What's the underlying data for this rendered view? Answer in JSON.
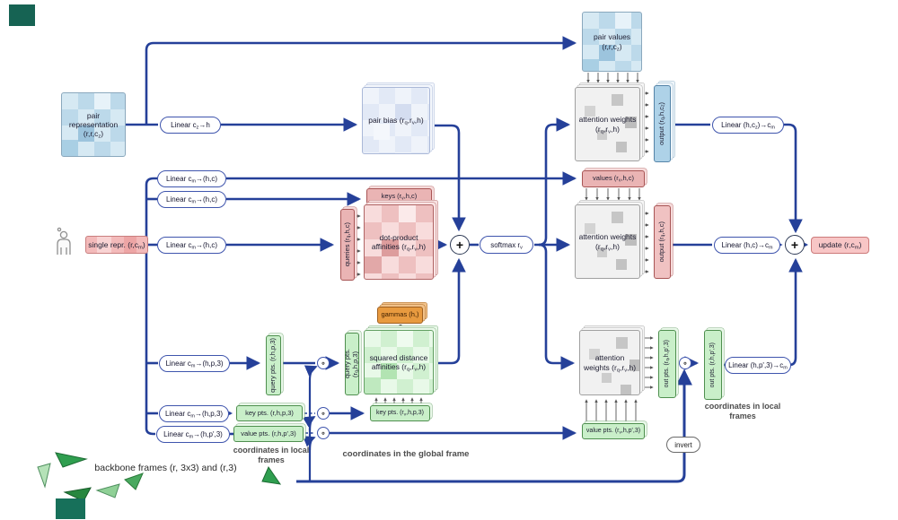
{
  "palette": {
    "line_blue": "#254099",
    "pair_blue": "#bcd9ea",
    "single_red": "#f3baba",
    "points_green": "#c9efc9",
    "attention_gray": "#f1f1f1",
    "gamma_orange": "#e89a3f",
    "frame_green": "#2f9e4f"
  },
  "nodes": {
    "pair_repr": {
      "label": "pair representation (r,r,c~z~)"
    },
    "pair_values": {
      "label": "pair values (r,r,c~z~)"
    },
    "pair_bias": {
      "label": "pair bias (r~q~,r~v~,h)"
    },
    "attn_top": {
      "label": "attention weights (r~q~,r~v~,h)"
    },
    "out_top": {
      "label": "output (r~q~,h,c~z~)"
    },
    "values": {
      "label": "values (r~v~,h,c)"
    },
    "keys": {
      "label": "keys (r~v~,h,c)"
    },
    "queries": {
      "label": "queries (r~q~,h,c)"
    },
    "dot_product": {
      "label": "dot-product affinities (r~q~,r~v~,h)"
    },
    "attn_mid": {
      "label": "attention weights (r~q~,r~v~,h)"
    },
    "out_mid": {
      "label": "output (r~q~,h,c)"
    },
    "gammas": {
      "label": "gammas (h,)"
    },
    "sq_dist": {
      "label": "squared distance affinities (r~q~,r~v~,h)"
    },
    "query_pts_local": {
      "label": "query pts. (r,h,p,3)"
    },
    "query_pts_global": {
      "label": "query pts. (r~q~,h,p,3)"
    },
    "key_pts_local": {
      "label": "key pts. (r,h,p,3)"
    },
    "value_pts_local": {
      "label": "value pts. (r,h,p',3)"
    },
    "key_pts_global": {
      "label": "key pts. (r~v~,h,p,3)"
    },
    "value_pts_global": {
      "label": "value pts. (r~v~,h,p',3)"
    },
    "attn_bot": {
      "label": "attention weights (r~q~,r~v~,h)"
    },
    "out_pts_global": {
      "label": "out pts. (r~q~,h,p',3)"
    },
    "out_pts_local": {
      "label": "out pts. (r,h,p',3)"
    },
    "single_repr": {
      "label": "single repr. (r,c~m~)"
    },
    "update": {
      "label": "update (r,c~m~)"
    }
  },
  "pills": {
    "linear_cz_h": "Linear c~z~→h",
    "linear_cm_hc_1": "Linear c~m~→(h,c)",
    "linear_cm_hc_2": "Linear c~m~→(h,c)",
    "linear_cm_hc_3": "Linear c~m~→(h,c)",
    "linear_hcz_cm": "Linear (h,c~z~)→c~m~",
    "linear_hc_cm": "Linear (h,c)→c~m~",
    "linear_cm_hp3_query": "Linear c~m~→(h,p,3)",
    "linear_cm_hp3_key": "Linear c~m~→(h,p,3)",
    "linear_cm_hp3_value": "Linear c~m~→(h,p',3)",
    "linear_hp3_cm": "Linear (h,p',3)→c~m~",
    "softmax": "softmax r~v~",
    "invert": "invert"
  },
  "operators": {
    "plus": "+",
    "compose": "∘"
  },
  "annotations": {
    "coords_local_left": "coordinates in local frames",
    "coords_global": "coordinates in the global frame",
    "coords_local_right": "coordinates in local frames",
    "backbone": "backbone frames (r, 3x3) and (r,3)"
  }
}
